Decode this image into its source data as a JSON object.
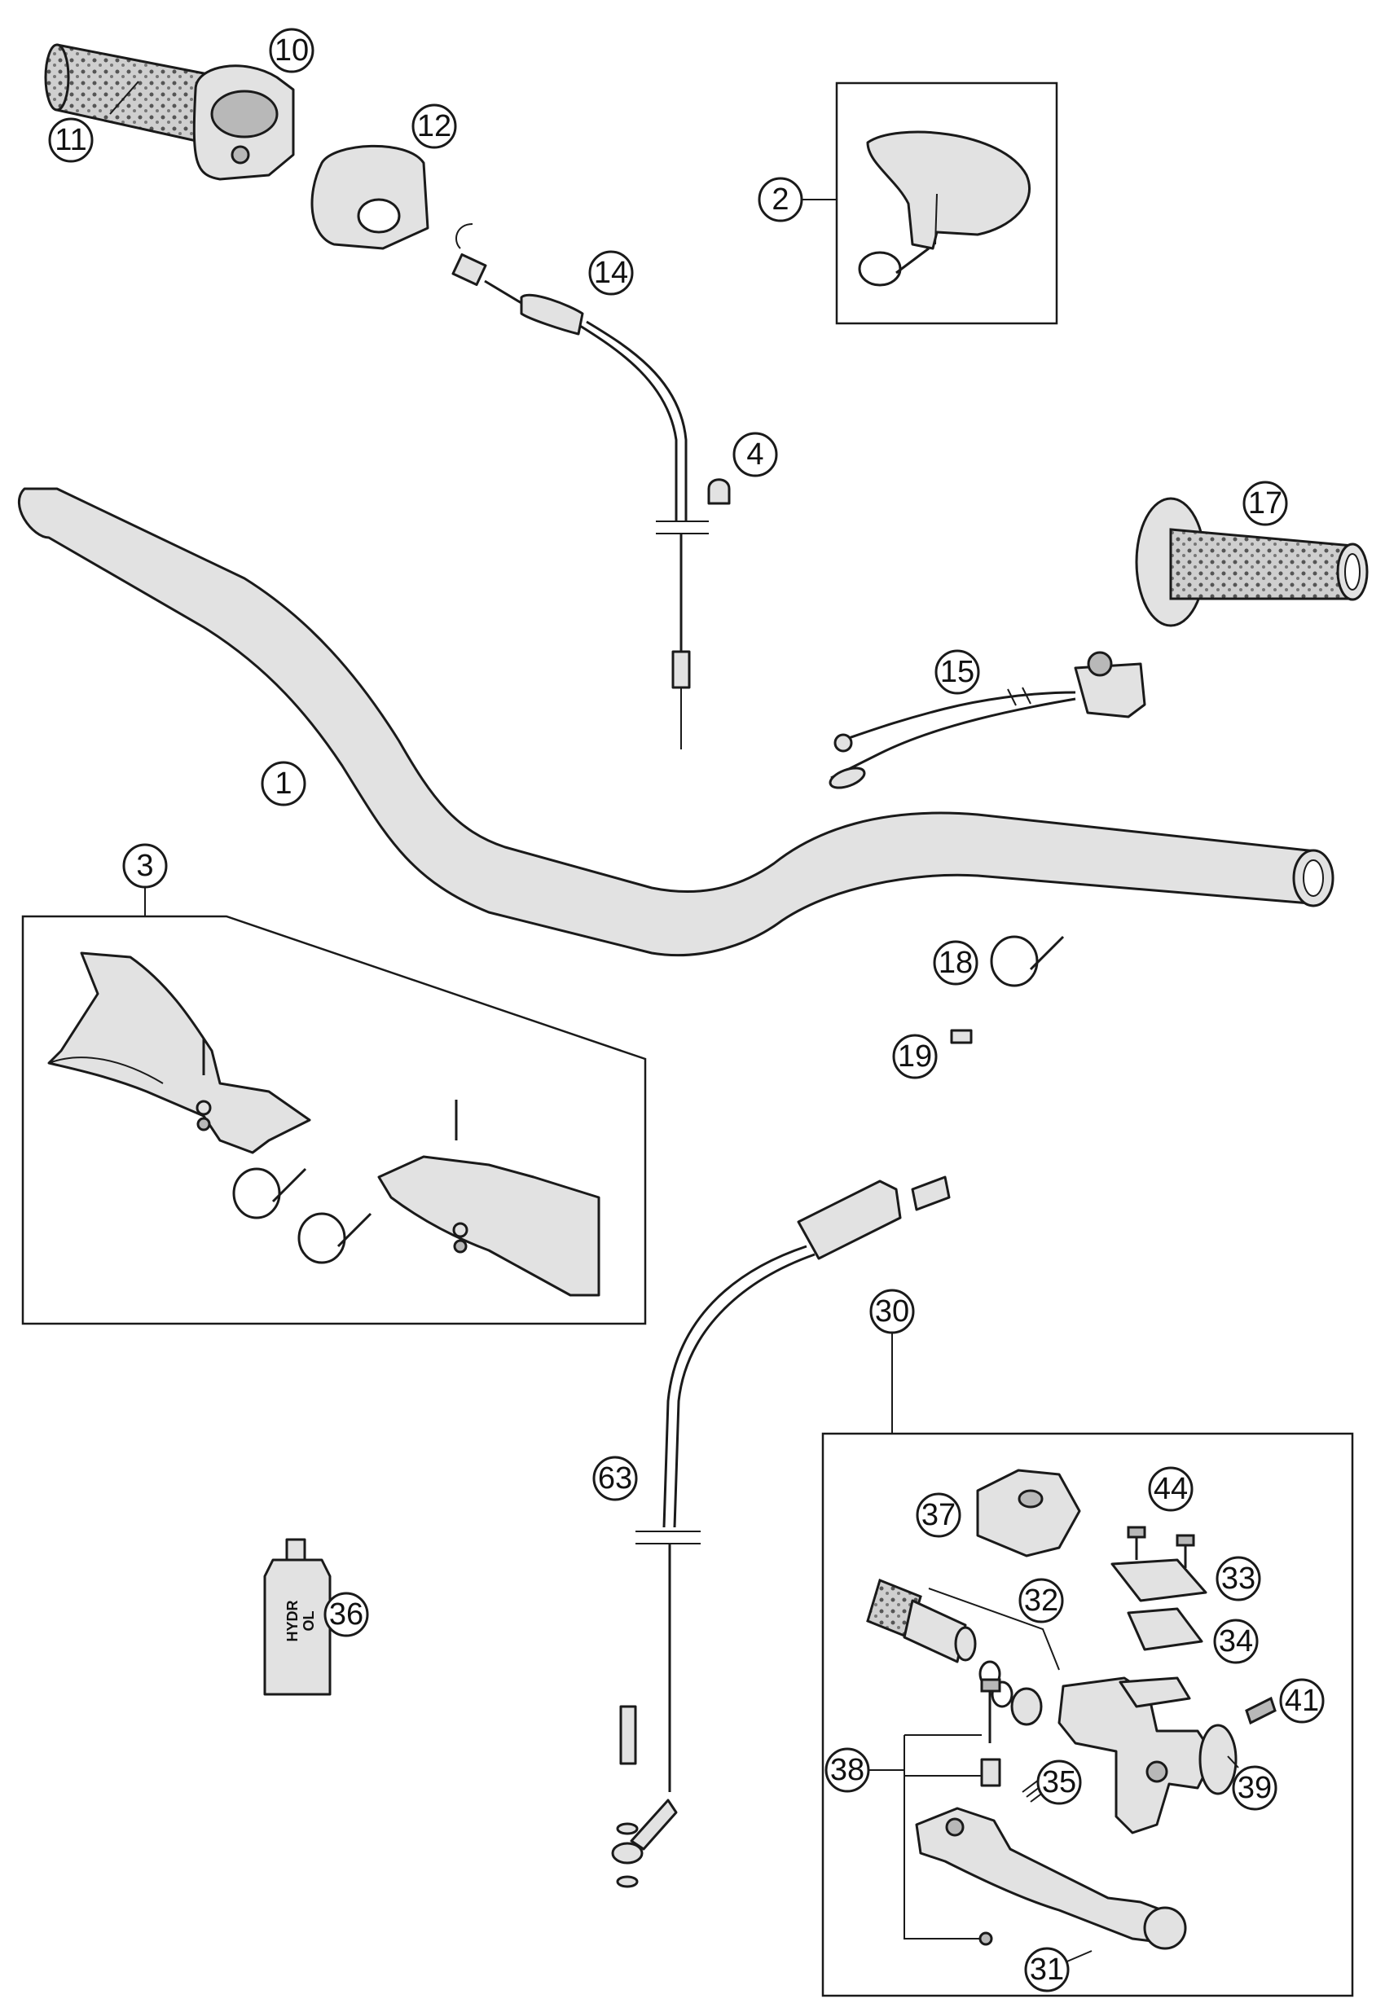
{
  "diagram": {
    "callouts": [
      {
        "id": "1",
        "label": "1"
      },
      {
        "id": "2",
        "label": "2"
      },
      {
        "id": "3",
        "label": "3"
      },
      {
        "id": "4",
        "label": "4"
      },
      {
        "id": "10",
        "label": "10"
      },
      {
        "id": "11",
        "label": "11"
      },
      {
        "id": "12",
        "label": "12"
      },
      {
        "id": "14",
        "label": "14"
      },
      {
        "id": "15",
        "label": "15"
      },
      {
        "id": "17",
        "label": "17"
      },
      {
        "id": "18",
        "label": "18"
      },
      {
        "id": "19",
        "label": "19"
      },
      {
        "id": "30",
        "label": "30"
      },
      {
        "id": "31",
        "label": "31"
      },
      {
        "id": "32",
        "label": "32"
      },
      {
        "id": "33",
        "label": "33"
      },
      {
        "id": "34",
        "label": "34"
      },
      {
        "id": "35",
        "label": "35"
      },
      {
        "id": "36",
        "label": "36"
      },
      {
        "id": "37",
        "label": "37"
      },
      {
        "id": "38",
        "label": "38"
      },
      {
        "id": "39",
        "label": "39"
      },
      {
        "id": "41",
        "label": "41"
      },
      {
        "id": "44",
        "label": "44"
      },
      {
        "id": "63",
        "label": "63"
      }
    ],
    "bottle_label_line1": "HYDR",
    "bottle_label_line2": "OL"
  }
}
